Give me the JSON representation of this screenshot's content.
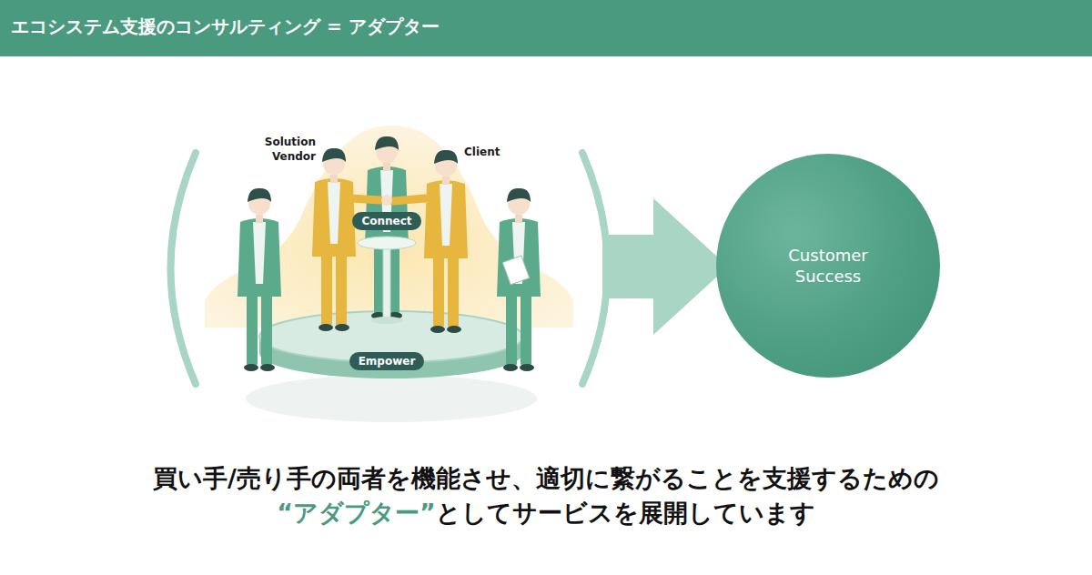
{
  "diagram": {
    "title": "エコシステム支援のコンサルティング = アダプター",
    "nodes": [
      {
        "text": [
          "Connect"
        ]
      },
      {
        "text": [
          "Empower"
        ]
      },
      {
        "text": [
          "Customer Success"
        ]
      }
    ],
    "labels": [
      "Solution Vendor",
      "Client",
      "買い手/売り手の両者を機能させ、適切に繋がることを支援するための",
      "“アダプター”",
      "としてサービスを展開しています"
    ]
  }
}
